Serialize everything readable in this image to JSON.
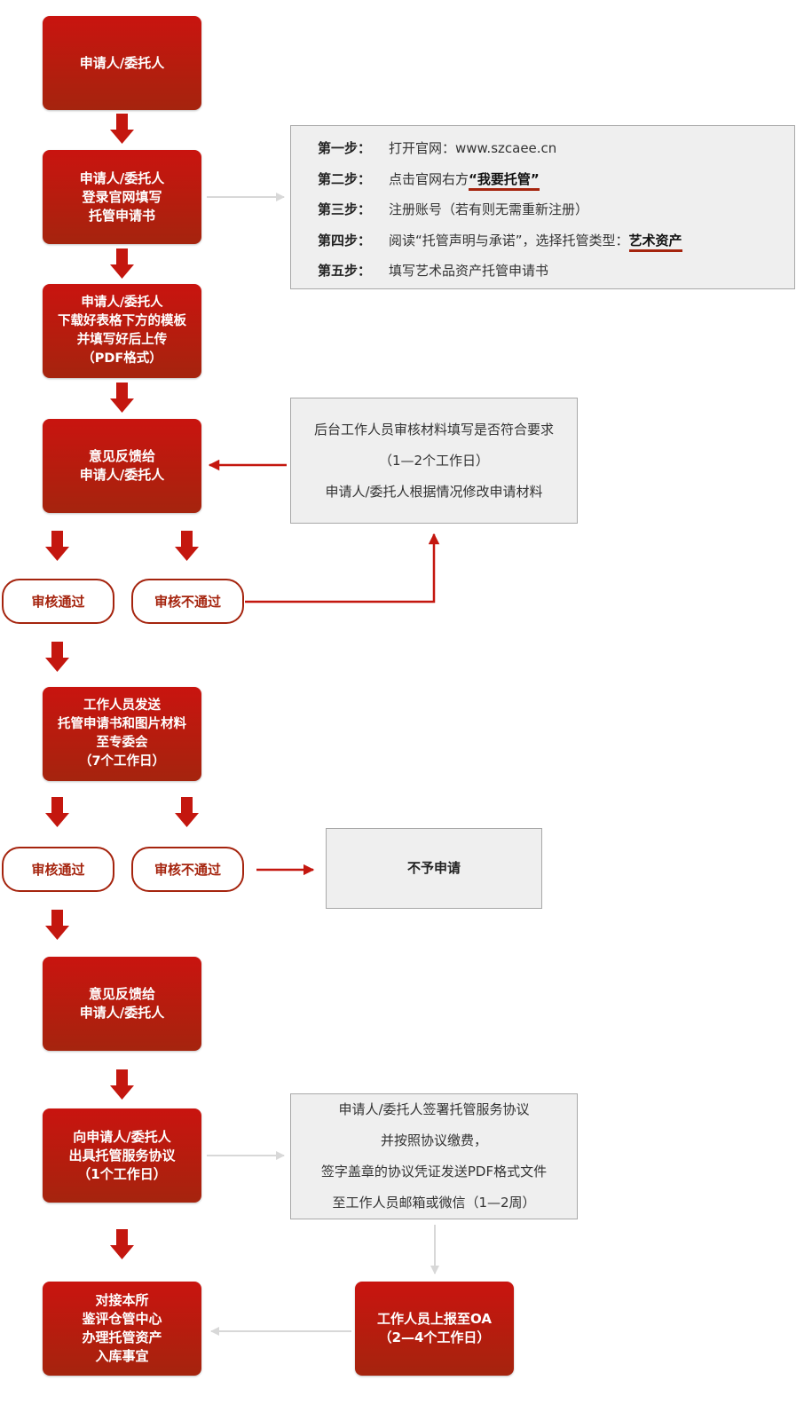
{
  "boxes": {
    "b1": [
      "申请人/委托人"
    ],
    "b2": [
      "申请人/委托人",
      "登录官网填写",
      "托管申请书"
    ],
    "b3": [
      "申请人/委托人",
      "下载好表格下方的模板",
      "并填写好后上传",
      "（PDF格式）"
    ],
    "b4": [
      "意见反馈给",
      "申请人/委托人"
    ],
    "b5": [
      "工作人员发送",
      "托管申请书和图片材料",
      "至专委会",
      "（7个工作日）"
    ],
    "b6": [
      "意见反馈给",
      "申请人/委托人"
    ],
    "b7": [
      "向申请人/委托人",
      "出具托管服务协议",
      "（1个工作日）"
    ],
    "b8": [
      "对接本所",
      "鉴评仓管中心",
      "办理托管资产",
      "入库事宜"
    ],
    "b9": [
      "工作人员上报至OA",
      "（2—4个工作日）"
    ]
  },
  "pills": {
    "pass": "审核通过",
    "fail": "审核不通过"
  },
  "steps": [
    {
      "label": "第一步：",
      "pre": "打开官网：www.szcaee.cn",
      "hl": "",
      "post": ""
    },
    {
      "label": "第二步：",
      "pre": "点击官网右方",
      "hl": "“我要托管”",
      "post": ""
    },
    {
      "label": "第三步：",
      "pre": "注册账号（若有则无需重新注册）",
      "hl": "",
      "post": ""
    },
    {
      "label": "第四步：",
      "pre": "阅读“托管声明与承诺”，选择托管类型：",
      "hl": "艺术资产",
      "post": ""
    },
    {
      "label": "第五步：",
      "pre": "填写艺术品资产托管申请书",
      "hl": "",
      "post": ""
    }
  ],
  "review": [
    "后台工作人员审核材料填写是否符合要求",
    "（1—2个工作日）",
    "申请人/委托人根据情况修改申请材料"
  ],
  "reject": "不予申请",
  "agreement": [
    "申请人/委托人签署托管服务协议",
    "并按照协议缴费，",
    "签字盖章的协议凭证发送PDF格式文件",
    "至工作人员邮箱或微信（1—2周）"
  ],
  "colors": {
    "primary": "#c9140f",
    "secondary": "#a5240e",
    "arrow": "#c4170f",
    "gray_arrow": "#d8d8d8"
  }
}
